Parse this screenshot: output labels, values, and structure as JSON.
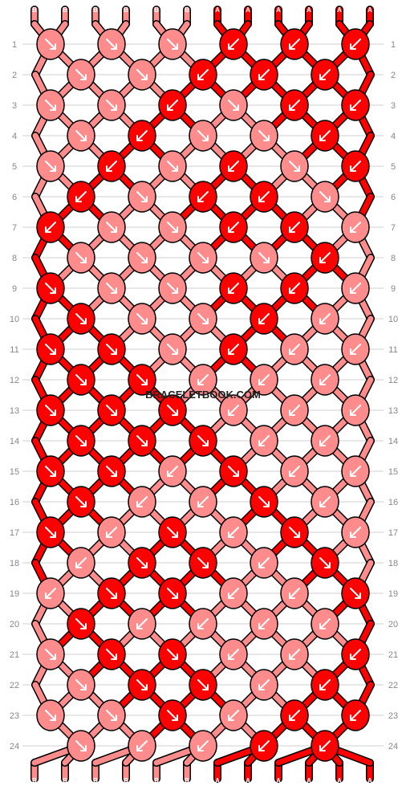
{
  "watermark": "BRACELETBOOK.COM",
  "colors": {
    "B": "#ff8c8c",
    "A": "#ff0000",
    "outline": "#000000",
    "grid": "#cfcfcf",
    "arrow": "#ffffff"
  },
  "threads_top": [
    "B",
    "B",
    "B",
    "B",
    "B",
    "B",
    "A",
    "A",
    "A",
    "A",
    "A",
    "A"
  ],
  "threads_bottom": [
    "B",
    "B",
    "B",
    "B",
    "B",
    "B",
    "A",
    "A",
    "A",
    "A",
    "A",
    "A"
  ],
  "rows": [
    {
      "label": "1",
      "knots": [
        [
          "B",
          "dr"
        ],
        [
          "B",
          "dr"
        ],
        [
          "B",
          "dr"
        ],
        [
          "A",
          "dl"
        ],
        [
          "A",
          "dl"
        ],
        [
          "A",
          "dl"
        ]
      ]
    },
    {
      "label": "2",
      "knots": [
        [
          "B",
          "dr"
        ],
        [
          "B",
          "dr"
        ],
        [
          "A",
          "dl"
        ],
        [
          "A",
          "dl"
        ],
        [
          "A",
          "dl"
        ]
      ]
    },
    {
      "label": "3",
      "knots": [
        [
          "B",
          "dr"
        ],
        [
          "B",
          "dr"
        ],
        [
          "A",
          "dl"
        ],
        [
          "B",
          "dr"
        ],
        [
          "A",
          "dl"
        ],
        [
          "A",
          "dl"
        ]
      ]
    },
    {
      "label": "4",
      "knots": [
        [
          "B",
          "dr"
        ],
        [
          "A",
          "dl"
        ],
        [
          "B",
          "dr"
        ],
        [
          "B",
          "dr"
        ],
        [
          "A",
          "dl"
        ]
      ]
    },
    {
      "label": "5",
      "knots": [
        [
          "B",
          "dr"
        ],
        [
          "A",
          "dl"
        ],
        [
          "B",
          "dr"
        ],
        [
          "A",
          "dl"
        ],
        [
          "B",
          "dr"
        ],
        [
          "A",
          "dl"
        ]
      ]
    },
    {
      "label": "6",
      "knots": [
        [
          "A",
          "dl"
        ],
        [
          "B",
          "dr"
        ],
        [
          "A",
          "dl"
        ],
        [
          "A",
          "dl"
        ],
        [
          "B",
          "dr"
        ]
      ]
    },
    {
      "label": "7",
      "knots": [
        [
          "A",
          "dl"
        ],
        [
          "B",
          "dr"
        ],
        [
          "B",
          "dr"
        ],
        [
          "A",
          "dl"
        ],
        [
          "A",
          "dl"
        ],
        [
          "B",
          "dl"
        ]
      ]
    },
    {
      "label": "8",
      "knots": [
        [
          "B",
          "dr"
        ],
        [
          "B",
          "dr"
        ],
        [
          "B",
          "dr"
        ],
        [
          "B",
          "dr"
        ],
        [
          "A",
          "dl"
        ]
      ]
    },
    {
      "label": "9",
      "knots": [
        [
          "A",
          "dr"
        ],
        [
          "B",
          "dr"
        ],
        [
          "B",
          "dr"
        ],
        [
          "A",
          "dl"
        ],
        [
          "A",
          "dl"
        ],
        [
          "B",
          "dl"
        ]
      ]
    },
    {
      "label": "10",
      "knots": [
        [
          "A",
          "dr"
        ],
        [
          "B",
          "dr"
        ],
        [
          "B",
          "dr"
        ],
        [
          "A",
          "dl"
        ],
        [
          "B",
          "dl"
        ]
      ]
    },
    {
      "label": "11",
      "knots": [
        [
          "A",
          "dr"
        ],
        [
          "A",
          "dr"
        ],
        [
          "B",
          "dr"
        ],
        [
          "A",
          "dl"
        ],
        [
          "B",
          "dl"
        ],
        [
          "B",
          "dl"
        ]
      ]
    },
    {
      "label": "12",
      "knots": [
        [
          "A",
          "dr"
        ],
        [
          "A",
          "dr"
        ],
        [
          "B",
          "dl"
        ],
        [
          "B",
          "dl"
        ],
        [
          "B",
          "dl"
        ]
      ]
    },
    {
      "label": "13",
      "knots": [
        [
          "A",
          "dr"
        ],
        [
          "A",
          "dr"
        ],
        [
          "A",
          "dr"
        ],
        [
          "B",
          "dl"
        ],
        [
          "B",
          "dl"
        ],
        [
          "B",
          "dl"
        ]
      ]
    },
    {
      "label": "14",
      "knots": [
        [
          "A",
          "dr"
        ],
        [
          "A",
          "dr"
        ],
        [
          "A",
          "dr"
        ],
        [
          "B",
          "dl"
        ],
        [
          "B",
          "dl"
        ]
      ]
    },
    {
      "label": "15",
      "knots": [
        [
          "A",
          "dr"
        ],
        [
          "A",
          "dr"
        ],
        [
          "B",
          "dl"
        ],
        [
          "A",
          "dr"
        ],
        [
          "B",
          "dl"
        ],
        [
          "B",
          "dl"
        ]
      ]
    },
    {
      "label": "16",
      "knots": [
        [
          "A",
          "dr"
        ],
        [
          "B",
          "dl"
        ],
        [
          "B",
          "dl"
        ],
        [
          "A",
          "dr"
        ],
        [
          "B",
          "dl"
        ]
      ]
    },
    {
      "label": "17",
      "knots": [
        [
          "A",
          "dr"
        ],
        [
          "B",
          "dl"
        ],
        [
          "A",
          "dr"
        ],
        [
          "B",
          "dl"
        ],
        [
          "A",
          "dr"
        ],
        [
          "B",
          "dl"
        ]
      ]
    },
    {
      "label": "18",
      "knots": [
        [
          "B",
          "dl"
        ],
        [
          "A",
          "dr"
        ],
        [
          "A",
          "dr"
        ],
        [
          "B",
          "dl"
        ],
        [
          "A",
          "dr"
        ]
      ]
    },
    {
      "label": "19",
      "knots": [
        [
          "B",
          "dl"
        ],
        [
          "A",
          "dr"
        ],
        [
          "A",
          "dr"
        ],
        [
          "B",
          "dl"
        ],
        [
          "B",
          "dl"
        ],
        [
          "A",
          "dr"
        ]
      ]
    },
    {
      "label": "20",
      "knots": [
        [
          "A",
          "dr"
        ],
        [
          "B",
          "dl"
        ],
        [
          "B",
          "dl"
        ],
        [
          "B",
          "dl"
        ],
        [
          "B",
          "dl"
        ]
      ]
    },
    {
      "label": "21",
      "knots": [
        [
          "B",
          "dr"
        ],
        [
          "A",
          "dr"
        ],
        [
          "A",
          "dr"
        ],
        [
          "B",
          "dl"
        ],
        [
          "B",
          "dl"
        ],
        [
          "A",
          "dl"
        ]
      ]
    },
    {
      "label": "22",
      "knots": [
        [
          "B",
          "dr"
        ],
        [
          "A",
          "dr"
        ],
        [
          "A",
          "dr"
        ],
        [
          "B",
          "dl"
        ],
        [
          "A",
          "dl"
        ]
      ]
    },
    {
      "label": "23",
      "knots": [
        [
          "B",
          "dr"
        ],
        [
          "B",
          "dr"
        ],
        [
          "A",
          "dr"
        ],
        [
          "B",
          "dl"
        ],
        [
          "A",
          "dl"
        ],
        [
          "A",
          "dl"
        ]
      ]
    },
    {
      "label": "24",
      "knots": [
        [
          "B",
          "dr"
        ],
        [
          "B",
          "dl"
        ],
        [
          "B",
          "dl"
        ],
        [
          "A",
          "dl"
        ],
        [
          "A",
          "dl"
        ]
      ]
    }
  ]
}
